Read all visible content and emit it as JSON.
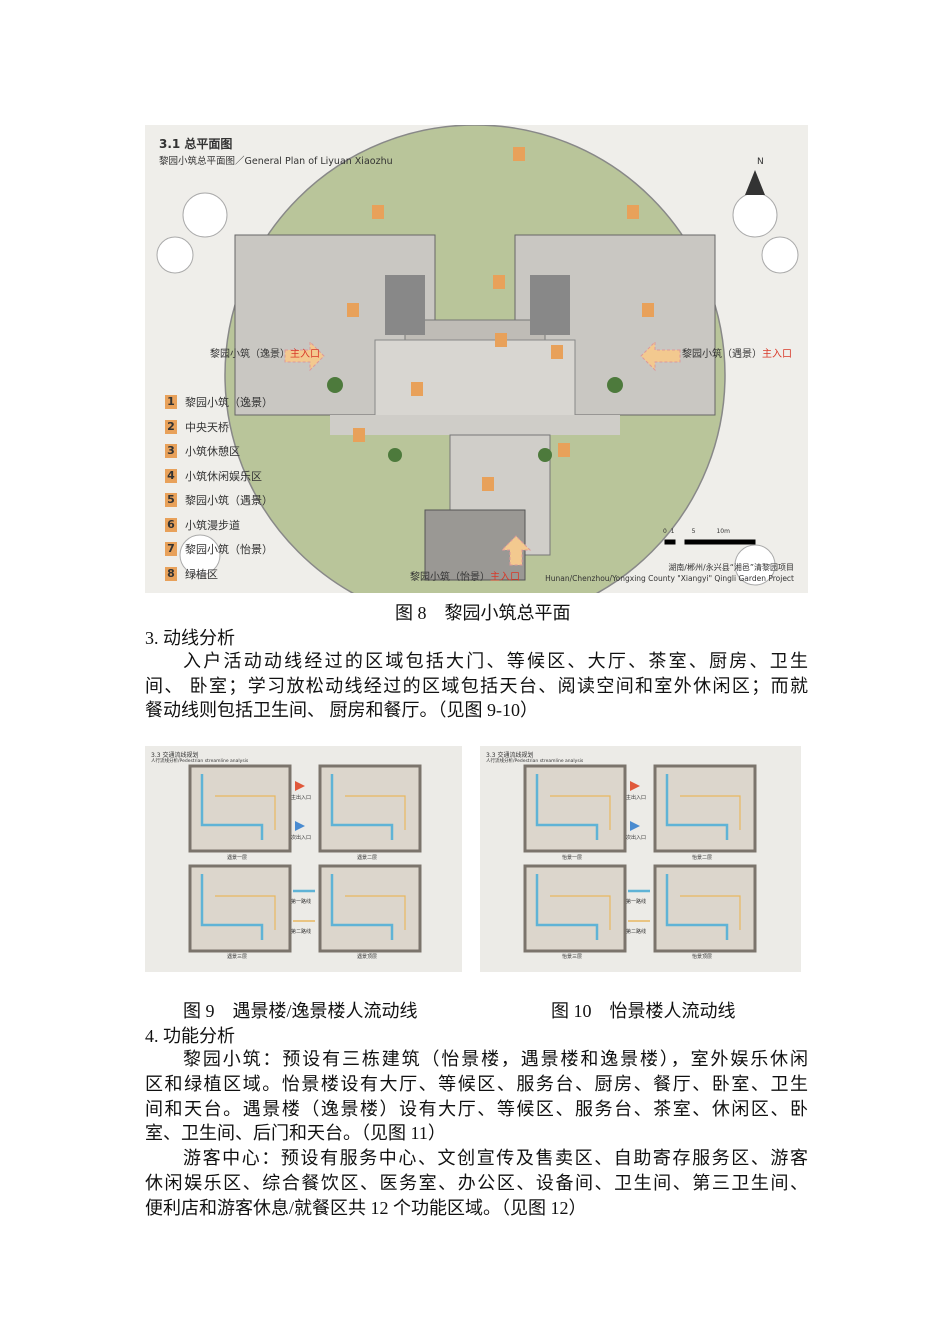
{
  "figure8": {
    "title_cn": "3.1 总平面图",
    "subtitle": "黎园小筑总平面图／General Plan of Liyuan Xiaozhu",
    "legend": [
      {
        "num": "1",
        "label": "黎园小筑（逸景）"
      },
      {
        "num": "2",
        "label": "中央天桥"
      },
      {
        "num": "3",
        "label": "小筑休憩区"
      },
      {
        "num": "4",
        "label": "小筑休闲娱乐区"
      },
      {
        "num": "5",
        "label": "黎园小筑（遇景）"
      },
      {
        "num": "6",
        "label": "小筑漫步道"
      },
      {
        "num": "7",
        "label": "黎园小筑（怡景）"
      },
      {
        "num": "8",
        "label": "绿植区"
      }
    ],
    "entrance_left": "黎园小筑（逸景）",
    "entrance_right": "黎园小筑（遇景）",
    "entrance_bottom": "黎园小筑（怡景）",
    "entrance_word": "主入口",
    "scale_labels": [
      "0",
      "1",
      "5",
      "10m"
    ],
    "project_cn": "湖南/郴州/永兴县“湘邑”清黎园项目",
    "project_en": "Hunan/Chenzhou/Yongxing County \"Xiangyi\" Qingli Garden Project",
    "north": "N",
    "accent": "#e8a15a",
    "caption": "图 8　黎园小筑总平面"
  },
  "section3": {
    "heading": "3. 动线分析",
    "lines": [
      "入户活动动线经过的区域包括大门、等候区、大厅、茶室、厨房、卫生",
      "间、 卧室；学习放松动线经过的区域包括天台、阅读空间和室外休闲区；而就",
      "餐动线则包括卫生间、 厨房和餐厅。（见图 9-10）"
    ]
  },
  "figure9": {
    "title_cn": "3.3 交通流线规划",
    "subtitle": "人行流线分析/Pedestrian streamline analysis",
    "legend": [
      "主出入口",
      "次出入口",
      "第一路线",
      "第二路线"
    ],
    "floors": [
      "遇景一层",
      "遇景二层",
      "遇景三层",
      "遇景顶层"
    ],
    "caption": "图 9　遇景楼/逸景楼人流动线"
  },
  "figure10": {
    "title_cn": "3.3 交通流线规划",
    "subtitle": "人行流线分析/Pedestrian streamline analysis",
    "legend": [
      "主出入口",
      "次出入口",
      "第一路线",
      "第二路线"
    ],
    "floors": [
      "怡景一层",
      "怡景二层",
      "怡景三层",
      "怡景顶层"
    ],
    "caption": "图 10　怡景楼人流动线"
  },
  "section4": {
    "heading": "4. 功能分析",
    "para1": [
      "黎园小筑：预设有三栋建筑（怡景楼，遇景楼和逸景楼），室外娱乐休闲",
      "区和绿植区域。怡景楼设有大厅、等候区、服务台、厨房、餐厅、卧室、卫生",
      "间和天台。遇景楼（逸景楼）设有大厅、等候区、服务台、茶室、休闲区、卧",
      "室、卫生间、后门和天台。（见图 11）"
    ],
    "para2": [
      "游客中心：预设有服务中心、文创宣传及售卖区、自助寄存服务区、游客",
      "休闲娱乐区、综合餐饮区、医务室、办公区、设备间、卫生间、第三卫生间、",
      "便利店和游客休息/就餐区共 12 个功能区域。（见图 12）"
    ]
  },
  "route_colors": {
    "first": "#5fb3d6",
    "second": "#e8b860"
  }
}
